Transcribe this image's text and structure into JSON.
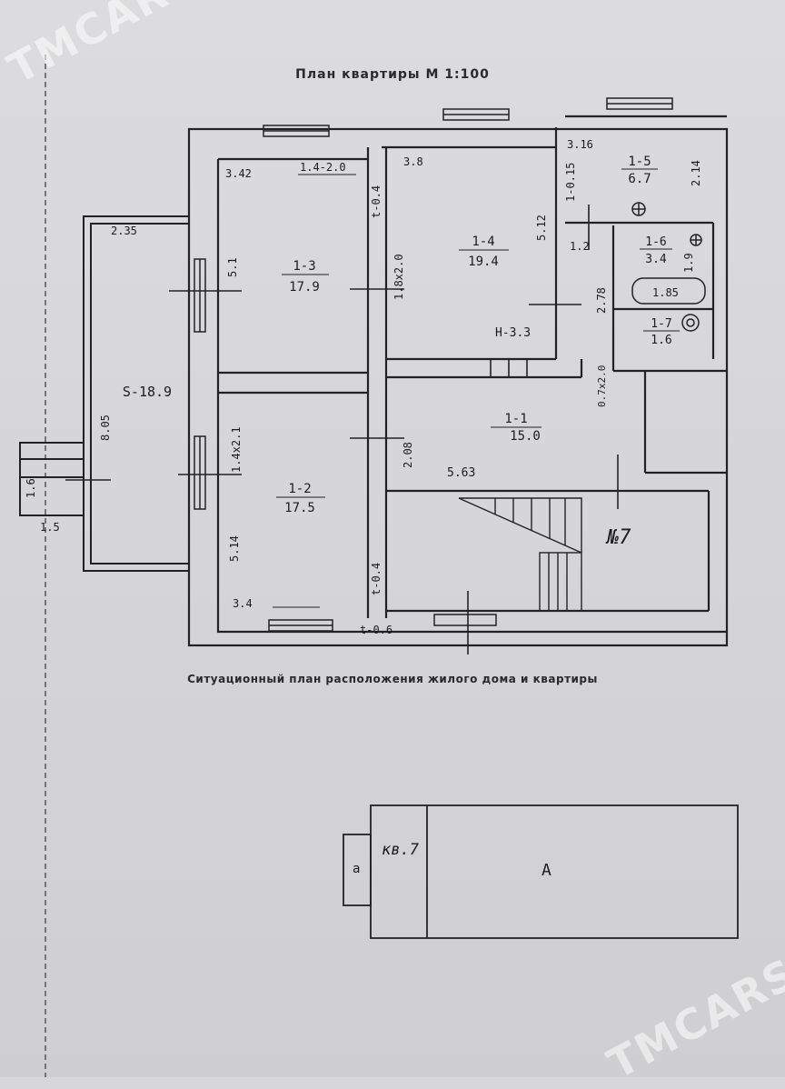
{
  "header": {
    "plan_title": "План квартиры  М 1:100"
  },
  "footer": {
    "situation_caption": "Ситуационный план расположения жилого дома и квартиры"
  },
  "watermark": {
    "text": "TMCARS"
  },
  "rooms": {
    "r11": {
      "id": "1-1",
      "area": "15.0"
    },
    "r12": {
      "id": "1-2",
      "area": "17.5"
    },
    "r13": {
      "id": "1-3",
      "area": "17.9"
    },
    "r14": {
      "id": "1-4",
      "area": "19.4"
    },
    "r15": {
      "id": "1-5",
      "area": "6.7"
    },
    "r16": {
      "id": "1-6",
      "area": "3.4"
    },
    "r17": {
      "id": "1-7",
      "area": "1.6"
    },
    "veranda": {
      "area": "S-18.9"
    }
  },
  "dims": {
    "d342": "3.42",
    "d14x20": "1.4-2.0",
    "t04a": "t-0.4",
    "d38": "3.8",
    "d316": "3.16",
    "d015": "1-0.15",
    "d214": "2.14",
    "d51": "5.1",
    "d18x20": "1.8x2.0",
    "d512": "5.12",
    "d12": "1.2",
    "d19": "1.9",
    "d278": "2.78",
    "d185": "1.85",
    "h33": "H-3.3",
    "d07x20": "0.7x2.0",
    "d235": "2.35",
    "d805": "8.05",
    "d14x21": "1.4x2.1",
    "d208": "2.08",
    "d563": "5.63",
    "d514": "5.14",
    "t04b": "t-0.4",
    "d34": "3.4",
    "t06": "t-0.6",
    "d16": "1.6",
    "d15": "1.5"
  },
  "stair_mark": "№7",
  "site": {
    "apt_label": "кв.7",
    "small_label": "а",
    "building_label": "А"
  }
}
